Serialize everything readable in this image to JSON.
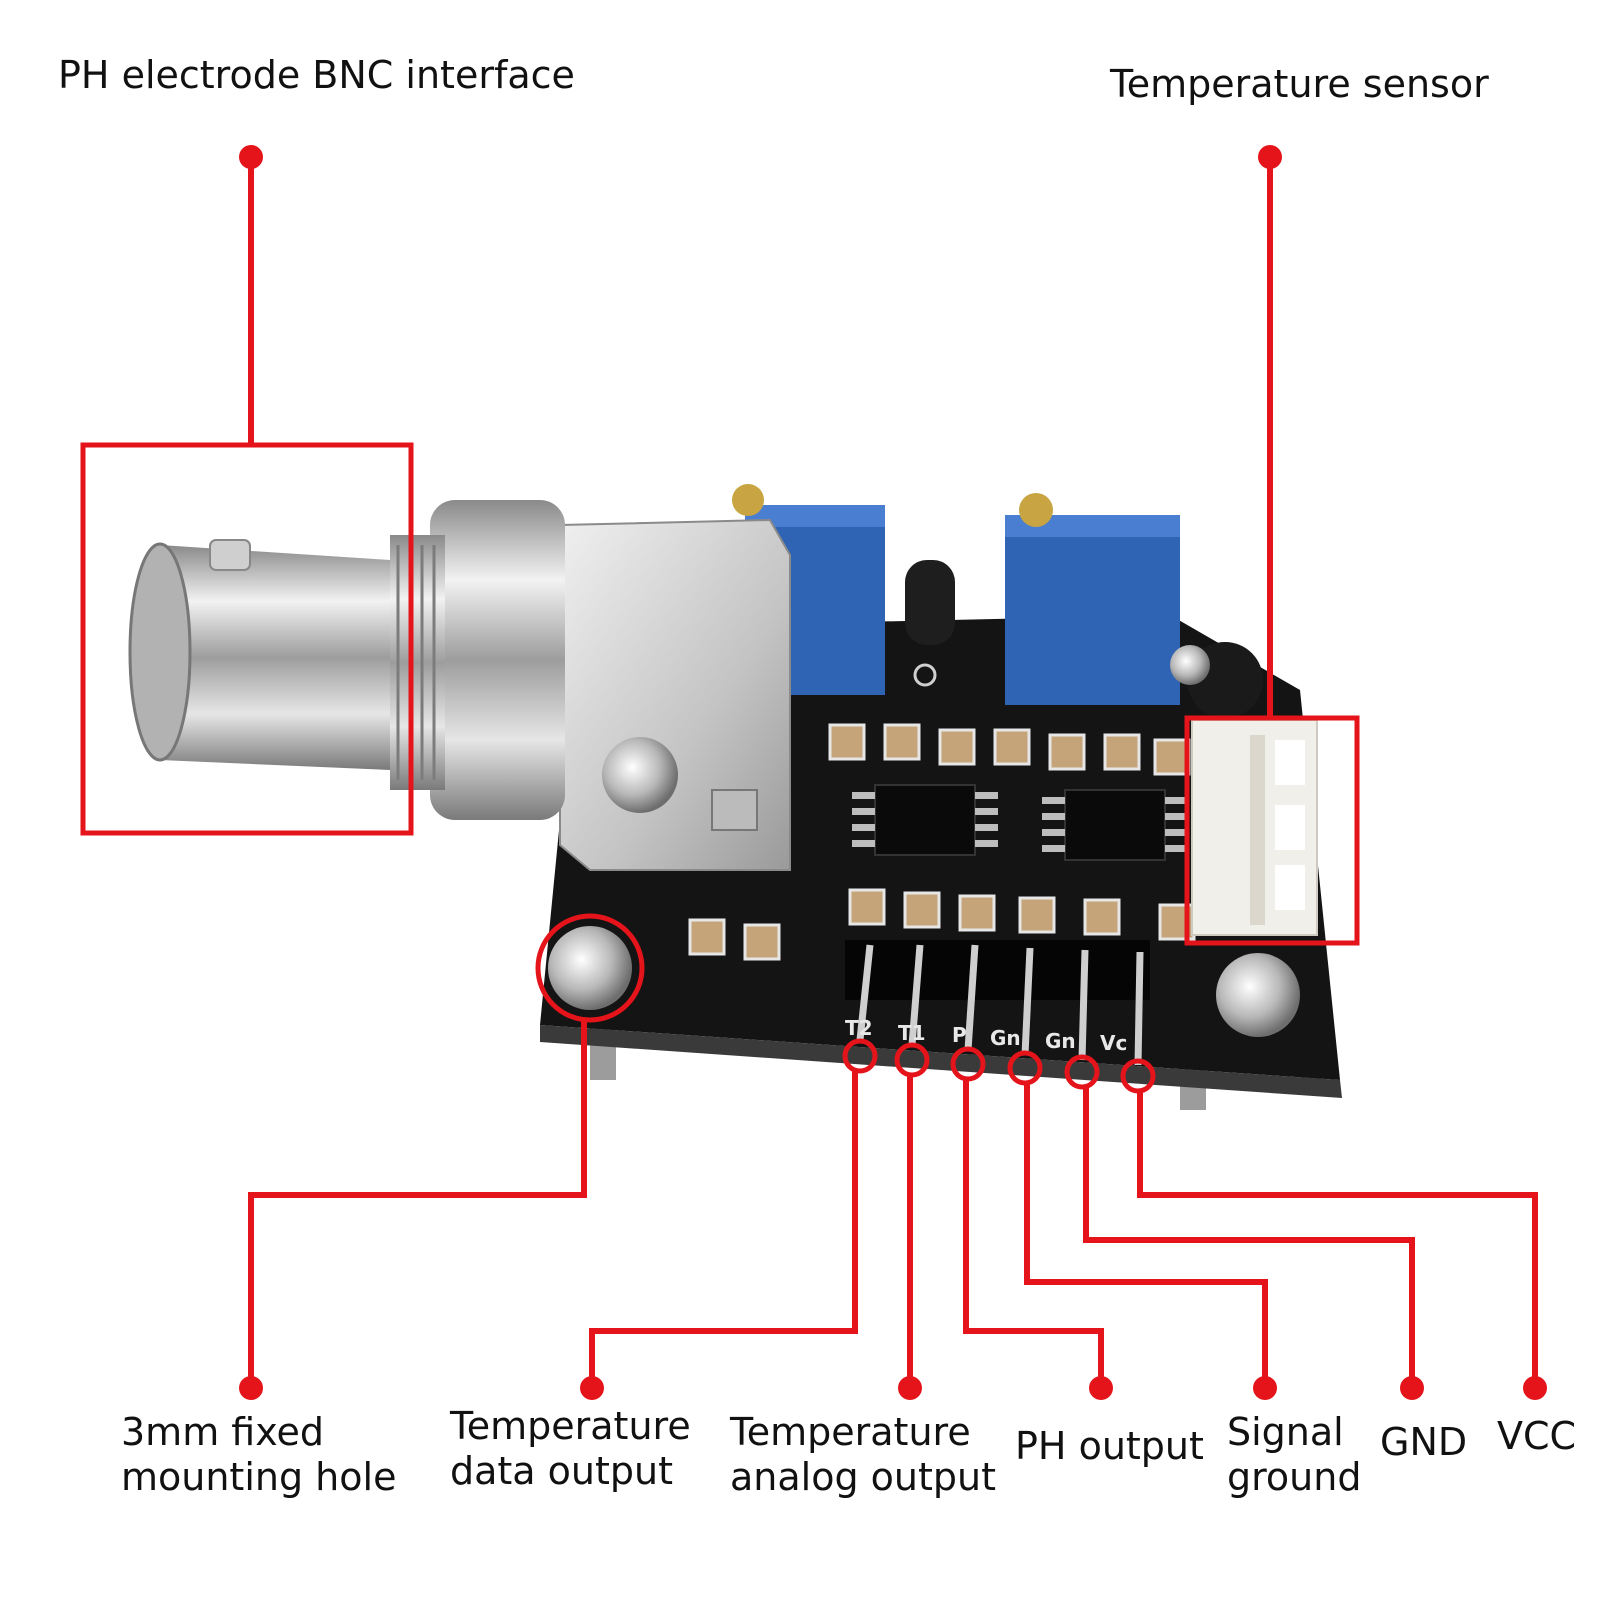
{
  "colors": {
    "callout": "#e5141b",
    "pcb": "#141414",
    "potentiometer": "#2f63b3",
    "metal": "#c9c9c9",
    "connector": "#f1efe9"
  },
  "labels": {
    "bnc": "PH electrode BNC interface",
    "temp_sensor": "Temperature sensor",
    "mounting_hole": {
      "line1": "3mm fixed",
      "line2": "mounting hole"
    },
    "temp_data": {
      "line1": "Temperature",
      "line2": "data output"
    },
    "temp_analog": {
      "line1": "Temperature",
      "line2": "analog output"
    },
    "ph_output": "PH output",
    "signal_ground": {
      "line1": "Signal",
      "line2": "ground"
    },
    "gnd": "GND",
    "vcc": "VCC"
  },
  "pin_silkscreen": [
    "T2",
    "T1",
    "P",
    "Gn",
    "Gn",
    "Vc"
  ]
}
